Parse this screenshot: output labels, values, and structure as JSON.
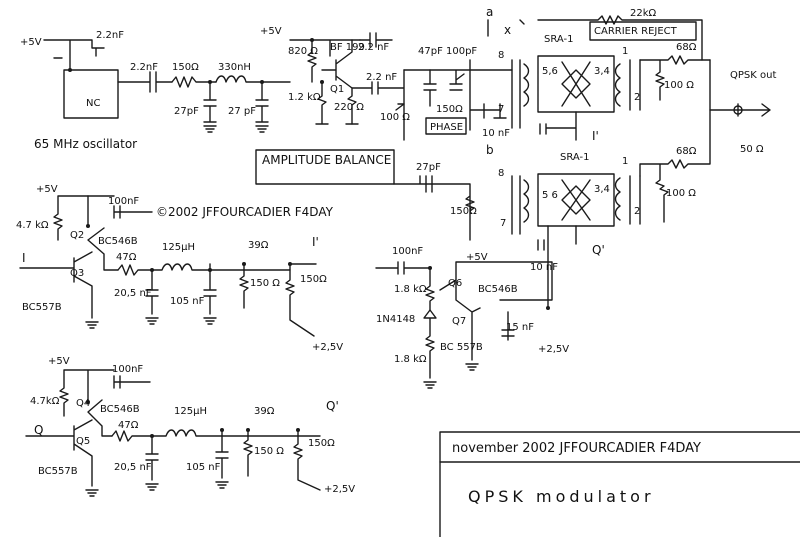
{
  "labels": {
    "v5_osc": "+5V",
    "c_osc_dec": "2.2nF",
    "osc_block": "NC",
    "osc_caption": "65 MHz oscillator",
    "c_coupling": "2.2nF",
    "r_150_top": "150Ω",
    "l_330": "330nH",
    "c_27a": "27pF",
    "c_27b": "27 pF",
    "v5_q1": "+5V",
    "r_820": "820 Ω",
    "q1_part": "BF 199",
    "q1_name": "Q1",
    "c_22_top": "2.2 nF",
    "r_12k": "1.2 kΩ",
    "r_220": "220 Ω",
    "c_22_out": "2.2 nF",
    "pot_100": "100 Ω",
    "amp_balance": "AMPLITUDE BALANCE",
    "node_a": "a",
    "node_x": "x",
    "node_b": "b",
    "r_22k": "22kΩ",
    "carrier_reject": "CARRIER REJECT",
    "c_47": "47pF",
    "c_100p": "100pF",
    "r_150_phase": "150Ω",
    "phase": "PHASE",
    "c_10_top": "10 nF",
    "c_27_b": "27pF",
    "r_150_b": "150Ω",
    "sra1_top": "SRA-1",
    "sra1_bot": "SRA-1",
    "pin8a": "8",
    "pin7a": "7",
    "pin8b": "8",
    "pin7b": "7",
    "pins_top": "5,6",
    "pins_top2": "3,4",
    "pins_bot": "5 6",
    "pins_bot2": "3,4",
    "pin1a": "1",
    "pin2a": "2",
    "pin1b": "1",
    "pin2b": "2",
    "r_68a": "68Ω",
    "r_100a": "100 Ω",
    "r_68b": "68Ω",
    "r_100b": "100 Ω",
    "out_i": "I'",
    "out_q": "Q'",
    "qpsk_out": "QPSK out",
    "ohm50": "50 Ω",
    "copyright": "©2002  JFFOURCADIER F4DAY",
    "v5_i": "+5V",
    "c100_i": "100nF",
    "r47k_i": "4.7 kΩ",
    "q2": "Q2",
    "q2_part": "BC546B",
    "in_i": "I",
    "q3": "Q3",
    "q3_part": "BC557B",
    "r47_i": "47Ω",
    "l125_i": "125μH",
    "c205_i": "20,5 nF",
    "c105_i": "105 nF",
    "r39_i": "39Ω",
    "r150a_i": "150 Ω",
    "r150b_i": "150Ω",
    "out_i_prime": "I'",
    "v25_i": "+2,5V",
    "c100_mid": "100nF",
    "v5_mid": "+5V",
    "r18_mid": "1.8 kΩ",
    "q6": "Q6",
    "q6_part": "BC546B",
    "diode": "1N4148",
    "q7": "Q7",
    "q7_part": "BC 557B",
    "r18_mid2": "1.8 kΩ",
    "c10_mid": "10 nF",
    "c15_mid": "15 nF",
    "v25_mid": "+2,5V",
    "v5_q": "+5V",
    "c100_q": "100nF",
    "r47k_q": "4.7kΩ",
    "q4": "Q4",
    "q4_part": "BC546B",
    "in_q": "Q",
    "q5": "Q5",
    "q5_part": "BC557B",
    "r47_q": "47Ω",
    "l125_q": "125μH",
    "c205_q": "20,5 nF",
    "c105_q": "105 nF",
    "r39_q": "39Ω",
    "r150a_q": "150 Ω",
    "r150b_q": "150Ω",
    "out_q_prime": "Q'",
    "v25_q": "+2,5V"
  },
  "title_block": {
    "author_line": "november 2002  JFFOURCADIER F4DAY",
    "title": "QPSK modulator"
  }
}
